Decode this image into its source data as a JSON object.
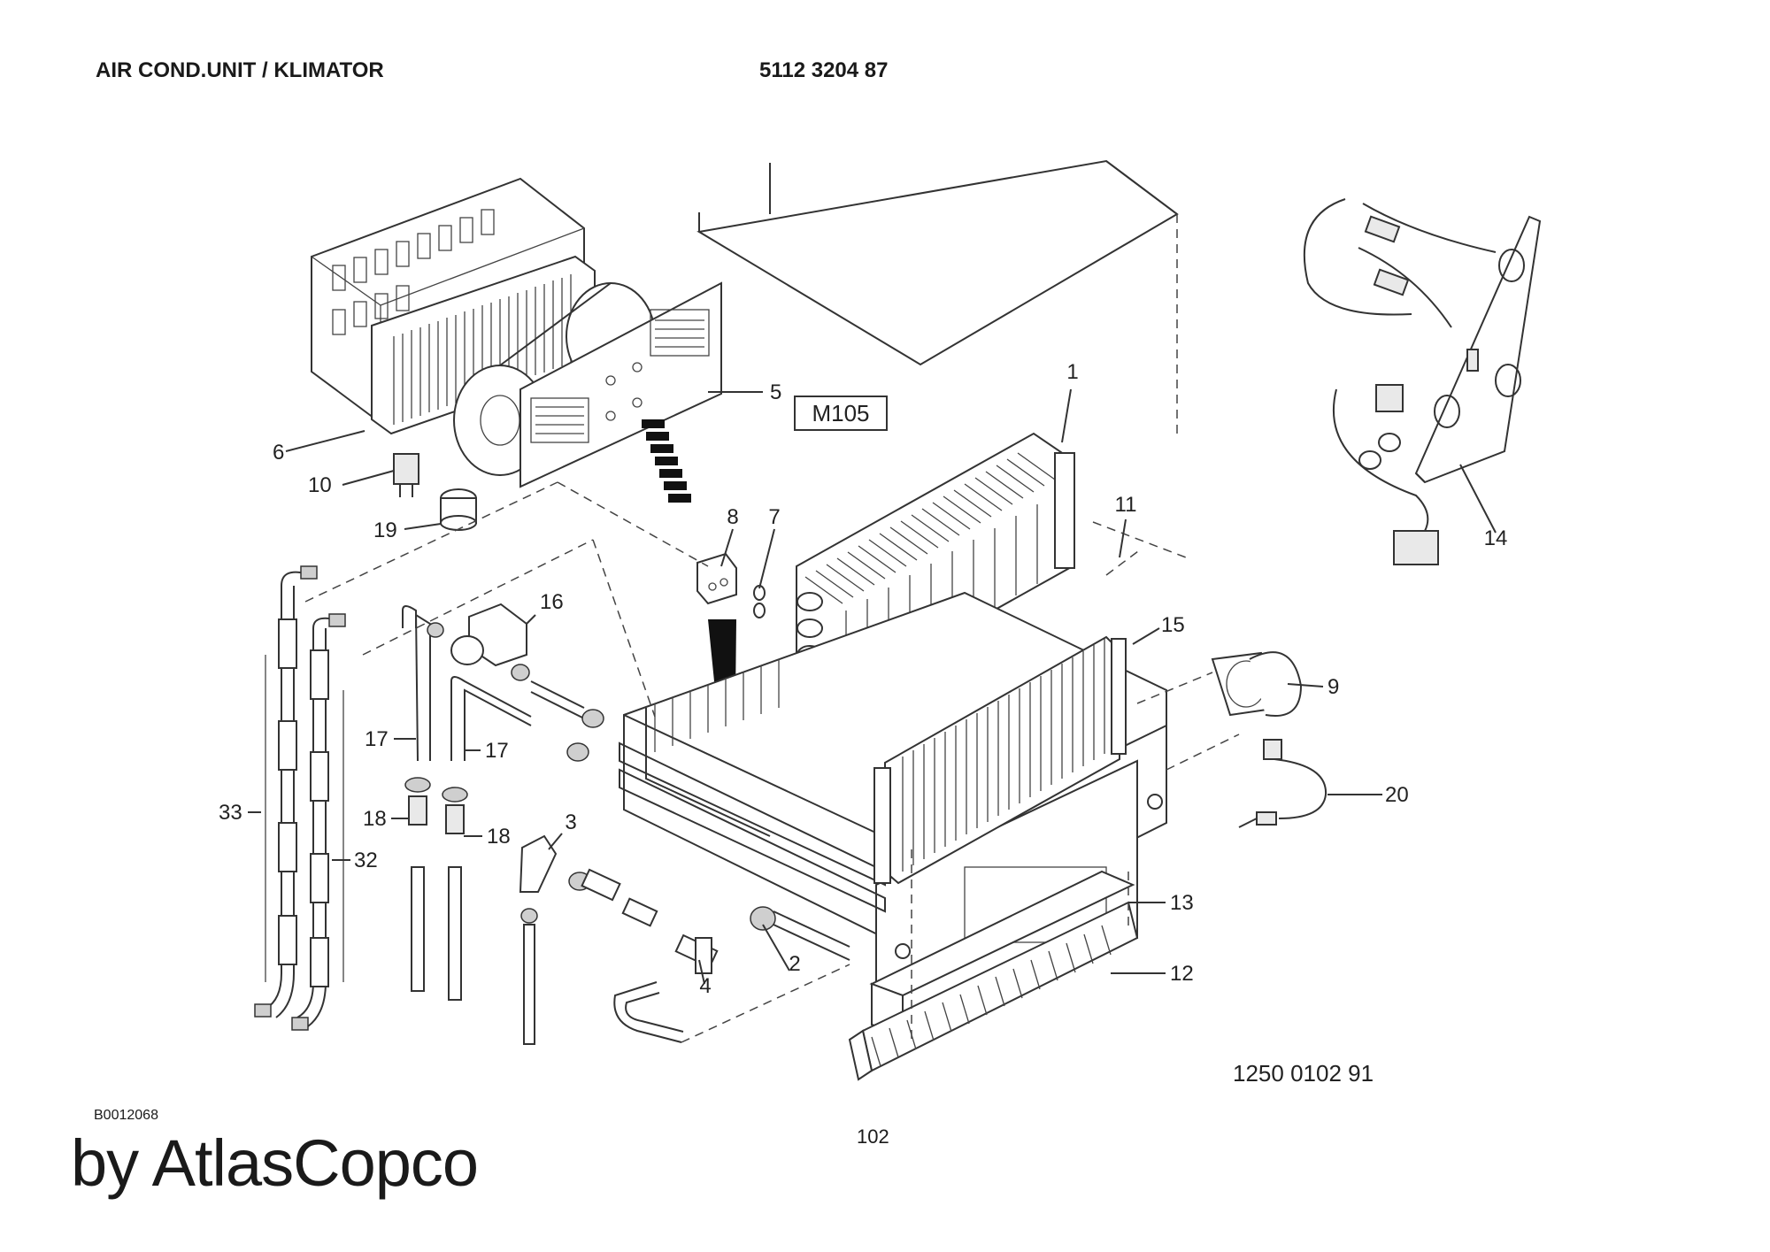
{
  "header": {
    "title": "AIR COND.UNIT / KLIMATOR",
    "part_number": "5112 3204 87"
  },
  "diagram": {
    "module_label": "M105",
    "figure_number": "1250 0102 91",
    "callouts": [
      "1",
      "2",
      "3",
      "4",
      "5",
      "6",
      "7",
      "8",
      "9",
      "10",
      "11",
      "12",
      "13",
      "14",
      "15",
      "16",
      "17",
      "17",
      "18",
      "18",
      "19",
      "20",
      "32",
      "33"
    ]
  },
  "footer": {
    "drawing_ref": "B0012068",
    "page_number": "102",
    "brand": "by AtlasCopco"
  }
}
